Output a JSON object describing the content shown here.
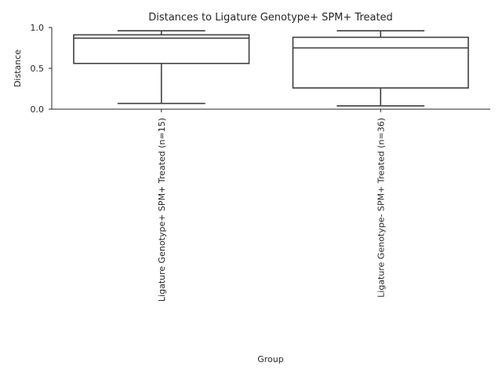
{
  "chart_data": {
    "type": "box",
    "title": "Distances to Ligature Genotype+ SPM+ Treated",
    "xlabel": "Group",
    "ylabel": "Distance",
    "ylim": [
      0.0,
      1.0
    ],
    "yticks": [
      "0.0",
      "0.5",
      "1.0"
    ],
    "grid": false,
    "categories": [
      "Ligature Genotype+ SPM+ Treated (n=15)",
      "Ligature Genotype- SPM+ Treated (n=36)"
    ],
    "boxes": [
      {
        "whisker_low": 0.07,
        "q1": 0.56,
        "median": 0.87,
        "q3": 0.91,
        "whisker_high": 0.96
      },
      {
        "whisker_low": 0.04,
        "q1": 0.26,
        "median": 0.75,
        "q3": 0.88,
        "whisker_high": 0.96
      }
    ],
    "colors": {
      "box_line": "#3f3f3f",
      "box_fill": "#ffffff"
    }
  }
}
